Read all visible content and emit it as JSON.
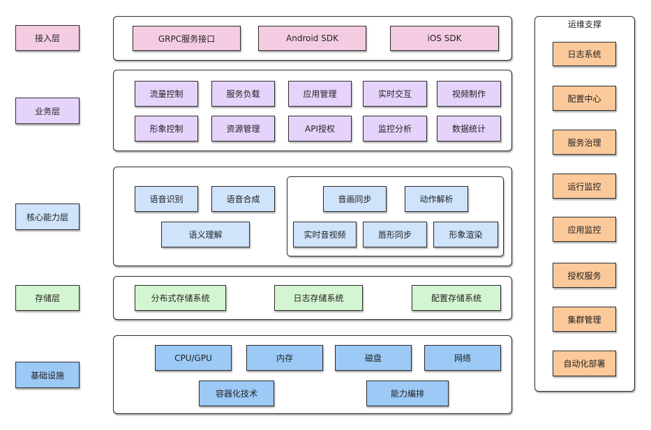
{
  "layers": {
    "access": "接入层",
    "business": "业务层",
    "core": "核心能力层",
    "storage": "存储层",
    "infra": "基础设施"
  },
  "access": {
    "grpc": "GRPC服务接口",
    "android": "Android SDK",
    "ios": "iOS SDK"
  },
  "business": {
    "flow_control": "流量控制",
    "service_load": "服务负载",
    "app_manage": "应用管理",
    "realtime_interact": "实时交互",
    "video_make": "视频制作",
    "avatar_control": "形象控制",
    "resource_manage": "资源管理",
    "api_auth": "API授权",
    "monitor_analysis": "监控分析",
    "data_stats": "数据统计"
  },
  "core": {
    "asr": "语音识别",
    "tts": "语音合成",
    "nlu": "语义理解",
    "av_sync": "音画同步",
    "motion_parse": "动作解析",
    "rt_av": "实时音视频",
    "lip_sync": "唇形同步",
    "avatar_render": "形象渲染"
  },
  "storage": {
    "distributed": "分布式存储系统",
    "log": "日志存储系统",
    "config": "配置存储系统"
  },
  "infra": {
    "cpu_gpu": "CPU/GPU",
    "memory": "内存",
    "disk": "磁盘",
    "network": "网络",
    "container": "容器化技术",
    "orchestration": "能力编排"
  },
  "ops": {
    "title": "运维支撑",
    "items": [
      "日志系统",
      "配置中心",
      "服务治理",
      "运行监控",
      "应用监控",
      "授权服务",
      "集群管理",
      "自动化部署"
    ]
  }
}
